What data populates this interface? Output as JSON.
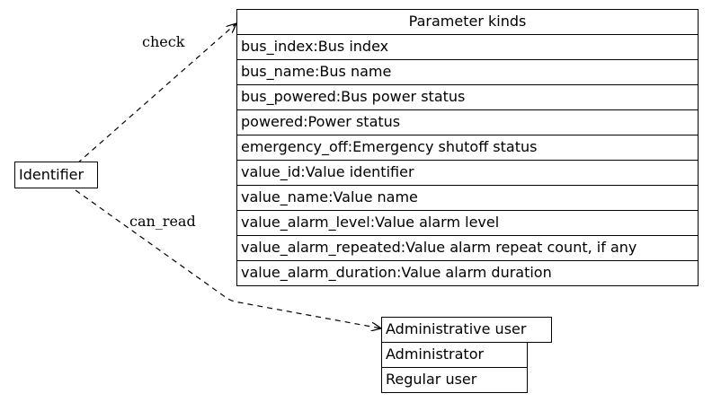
{
  "identifier": {
    "label": "Identifier"
  },
  "edges": {
    "check": "check",
    "can_read": "can_read"
  },
  "parameter_kinds": {
    "title": "Parameter kinds",
    "rows": [
      "bus_index:Bus index",
      "bus_name:Bus name",
      "bus_powered:Bus power status",
      "powered:Power status",
      "emergency_off:Emergency shutoff status",
      "value_id:Value identifier",
      "value_name:Value name",
      "value_alarm_level:Value alarm level",
      "value_alarm_repeated:Value alarm repeat count, if any",
      "value_alarm_duration:Value alarm duration"
    ]
  },
  "admin_user": {
    "title": "Administrative user",
    "rows": [
      "Administrator",
      "Regular user"
    ]
  }
}
